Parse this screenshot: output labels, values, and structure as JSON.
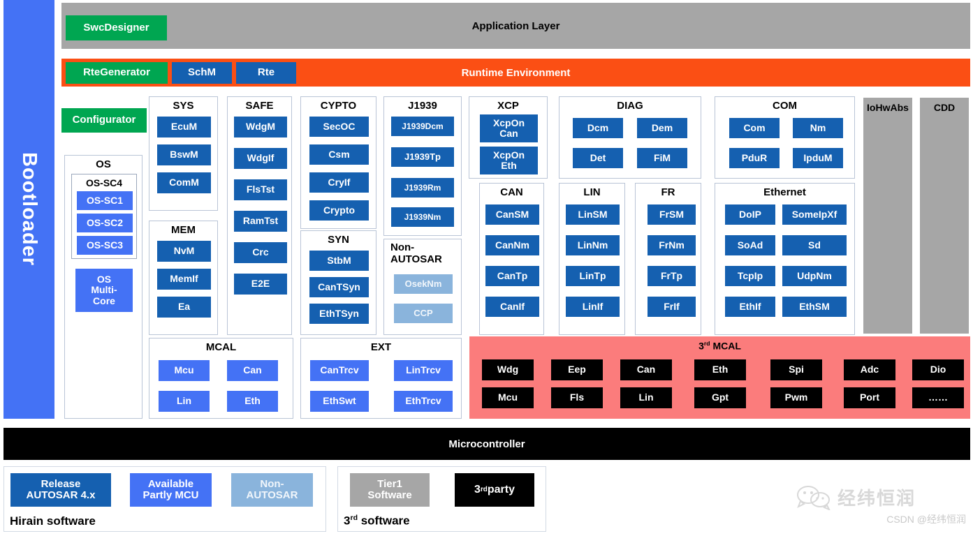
{
  "sidebar": {
    "bootloader_label": "Bootloader"
  },
  "layers": {
    "application": {
      "title": "Application Layer",
      "tool": "SwcDesigner"
    },
    "runtime": {
      "title": "Runtime Environment",
      "tool": "RteGenerator",
      "modules": [
        "SchM",
        "Rte"
      ]
    },
    "configurator": "Configurator"
  },
  "groups": {
    "os": {
      "title": "OS",
      "sc4_title": "OS-SC4",
      "sc_items": [
        "OS-SC1",
        "OS-SC2",
        "OS-SC3"
      ],
      "multicore": "OS\nMulti-\nCore",
      "multicore_lines": [
        "OS",
        "Multi-",
        "Core"
      ]
    },
    "sys": {
      "title": "SYS",
      "items": [
        "EcuM",
        "BswM",
        "ComM"
      ]
    },
    "mem": {
      "title": "MEM",
      "items": [
        "NvM",
        "MemIf",
        "Ea"
      ]
    },
    "safe": {
      "title": "SAFE",
      "items": [
        "WdgM",
        "WdgIf",
        "FlsTst",
        "RamTst",
        "Crc",
        "E2E"
      ]
    },
    "cypto": {
      "title": "CYPTO",
      "items": [
        "SecOC",
        "Csm",
        "CryIf",
        "Crypto"
      ]
    },
    "syn": {
      "title": "SYN",
      "items": [
        "StbM",
        "CanTSyn",
        "EthTSyn"
      ]
    },
    "j1939": {
      "title": "J1939",
      "items": [
        "J1939Dcm",
        "J1939Tp",
        "J1939Rm",
        "J1939Nm"
      ]
    },
    "non_autosar": {
      "title_line1": "Non-",
      "title_line2": "AUTOSAR",
      "items": [
        "OsekNm",
        "CCP"
      ]
    },
    "xcp": {
      "title": "XCP",
      "items": [
        [
          "XcpOn",
          "Can"
        ],
        [
          "XcpOn",
          "Eth"
        ]
      ]
    },
    "can": {
      "title": "CAN",
      "items": [
        "CanSM",
        "CanNm",
        "CanTp",
        "CanIf"
      ]
    },
    "lin": {
      "title": "LIN",
      "items": [
        "LinSM",
        "LinNm",
        "LinTp",
        "LinIf"
      ]
    },
    "fr": {
      "title": "FR",
      "items": [
        "FrSM",
        "FrNm",
        "FrTp",
        "FrIf"
      ]
    },
    "diag": {
      "title": "DIAG",
      "items": [
        "Dcm",
        "Dem",
        "Det",
        "FiM"
      ]
    },
    "com": {
      "title": "COM",
      "items": [
        "Com",
        "Nm",
        "PduR",
        "IpduM"
      ]
    },
    "ethernet": {
      "title": "Ethernet",
      "items": [
        "DoIP",
        "SomeIpXf",
        "SoAd",
        "Sd",
        "TcpIp",
        "UdpNm",
        "EthIf",
        "EthSM"
      ]
    },
    "mcal": {
      "title": "MCAL",
      "items": [
        "Mcu",
        "Can",
        "Lin",
        "Eth"
      ]
    },
    "ext": {
      "title": "EXT",
      "items": [
        "CanTrcv",
        "LinTrcv",
        "EthSwt",
        "EthTrcv"
      ]
    },
    "mcal3": {
      "title_prefix": "3",
      "title_sup": "rd",
      "title_suffix": " MCAL",
      "items": [
        "Wdg",
        "Eep",
        "Can",
        "Eth",
        "Spi",
        "Adc",
        "Dio",
        "Mcu",
        "Fls",
        "Lin",
        "Gpt",
        "Pwm",
        "Port",
        "……"
      ]
    }
  },
  "vertical_bars": [
    {
      "label": "IoHwAbs"
    },
    {
      "label": "CDD"
    }
  ],
  "microcontroller": {
    "title": "Microcontroller"
  },
  "legend": {
    "hirain": {
      "caption": "Hirain software",
      "items": [
        {
          "lines": [
            "Release",
            "AUTOSAR 4.x"
          ],
          "style": "dblue"
        },
        {
          "lines": [
            "Available",
            "Partly MCU"
          ],
          "style": "mblue"
        },
        {
          "lines": [
            "Non-",
            "AUTOSAR"
          ],
          "style": "lblue"
        }
      ]
    },
    "third": {
      "caption_prefix": "3",
      "caption_sup": "rd",
      "caption_suffix": " software",
      "items": [
        {
          "lines": [
            "Tier1",
            "Software"
          ],
          "style": "gry"
        },
        {
          "prefix": "3",
          "sup": "rd",
          "suffix": " party",
          "style": "blk"
        }
      ]
    }
  },
  "watermark": {
    "brand": "经纬恒润",
    "credit": "CSDN @经纬恒润",
    "icon": "wechat-icon"
  },
  "colors": {
    "bootloader_blue": "#4472f5",
    "app_grey": "#a6a6a6",
    "rte_orange": "#fb4f14",
    "tool_green": "#00a651",
    "module_blue": "#1560b0",
    "mcal_blue": "#4472f5",
    "non_autosar_blue": "#8ab4dc",
    "mcal3_pink": "#fb7c7c",
    "black": "#000000"
  }
}
